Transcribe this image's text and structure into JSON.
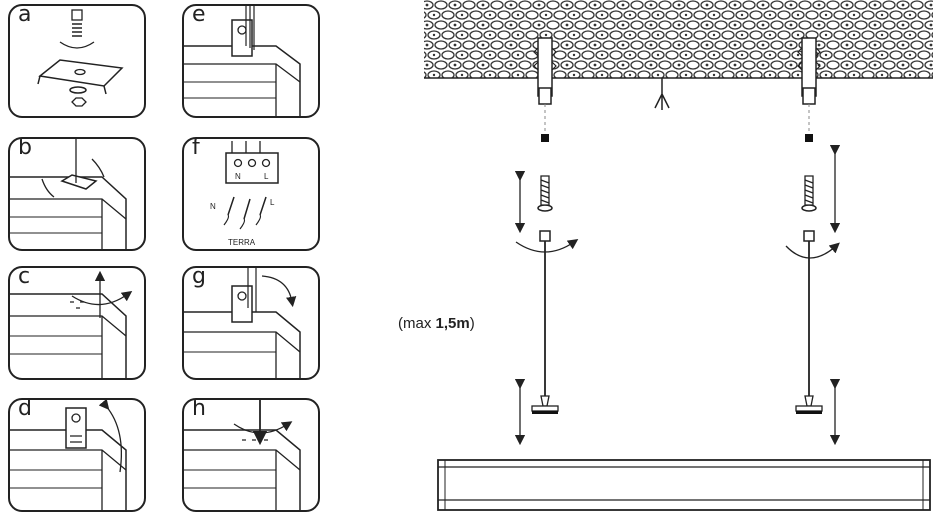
{
  "panels": {
    "a": {
      "letter": "a"
    },
    "b": {
      "letter": "b"
    },
    "c": {
      "letter": "c"
    },
    "d": {
      "letter": "d"
    },
    "e": {
      "letter": "e"
    },
    "f": {
      "letter": "f",
      "neutral": "N",
      "live": "L",
      "earth": "TERRA"
    },
    "g": {
      "letter": "g"
    },
    "h": {
      "letter": "h"
    }
  },
  "cable_note": {
    "prefix": "(max ",
    "value": "1,5m",
    "suffix": ")"
  }
}
